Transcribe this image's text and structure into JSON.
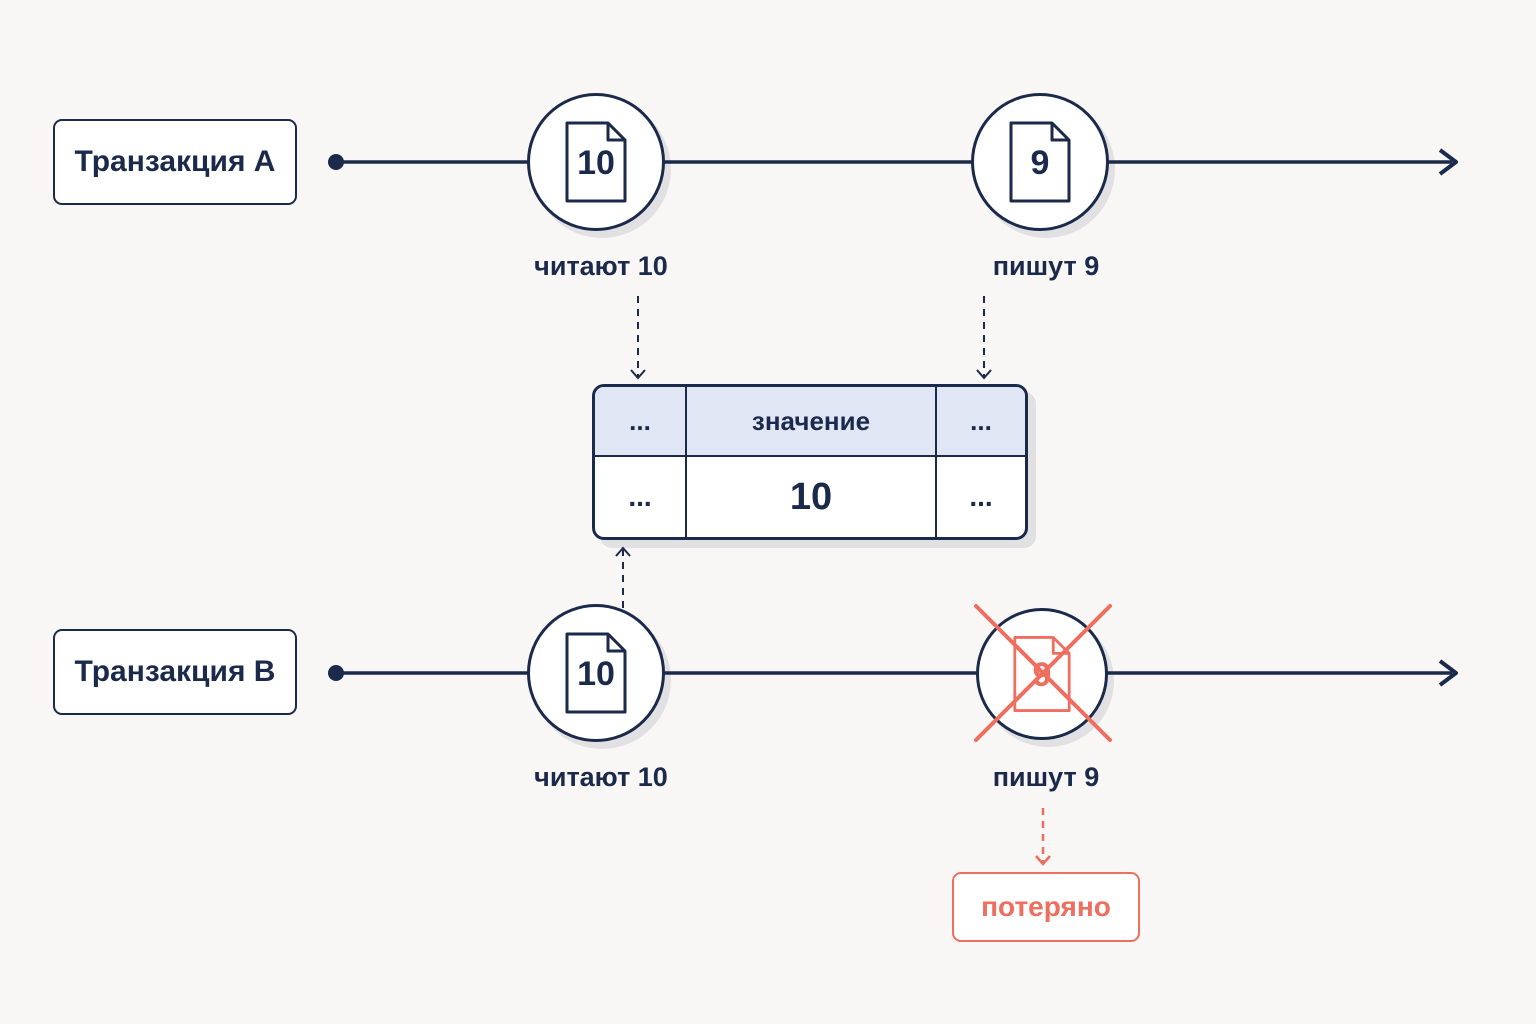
{
  "transactions": [
    {
      "label": "Транзакция A",
      "steps": [
        {
          "doc_value": "10",
          "caption": "читают 10"
        },
        {
          "doc_value": "9",
          "caption": "пишут 9"
        }
      ]
    },
    {
      "label": "Транзакция B",
      "steps": [
        {
          "doc_value": "10",
          "caption": "читают 10"
        },
        {
          "doc_value": "9",
          "caption": "пишут 9",
          "crossed_out": true
        }
      ]
    }
  ],
  "table": {
    "header": [
      "...",
      "значение",
      "..."
    ],
    "row": [
      "...",
      "10",
      "..."
    ]
  },
  "lost_label": "потеряно",
  "colors": {
    "line": "#1b2a4a",
    "header_fill": "#e1e6f5",
    "lost": "#ee6e5f",
    "background": "#f8f7f5"
  }
}
